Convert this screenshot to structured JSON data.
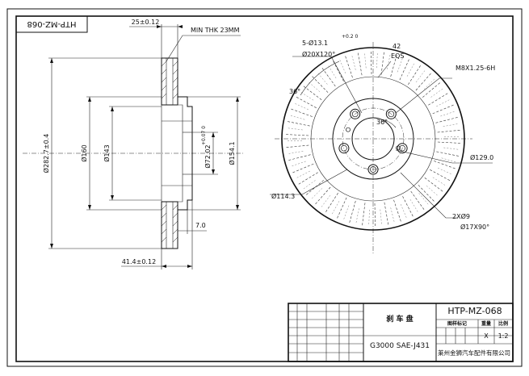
{
  "drawing": {
    "part_number_rotated": "HTP-MZ-068",
    "dims": {
      "thickness": "25±0.12",
      "min_thk": "MIN THK 23MM",
      "outer_dia": "Ø282.7±0.4",
      "d160": "Ø160",
      "d143": "Ø143",
      "hub_bore": "Ø72.02",
      "hub_bore_tol": "+0.07 0",
      "d154": "Ø154.1",
      "offset": "7.0",
      "height": "41.4±0.12",
      "holes_top": "5-Ø13.1",
      "holes_tol": "+0.2 0",
      "chamfer_top": "Ø20X120°",
      "slot_count": "42",
      "slot_eqs": "EQS",
      "thread": "M8X1.25-6H",
      "angle_outer": "36°",
      "angle_inner": "36°",
      "pcd": "Ø129.0",
      "pcd2": "Ø114.3",
      "holes_bottom": "2XØ9",
      "chamfer_bottom": "Ø17X90°"
    }
  },
  "title_block": {
    "part_number": "HTP-MZ-068",
    "part_name_cn": "刹 车 盘",
    "material": "G3000  SAE-J431",
    "header_cn": [
      "图样标记",
      "重量",
      "比例"
    ],
    "scale_mark": "X",
    "scale": "1:2",
    "company_cn": "莱州金狮汽车配件有限公司"
  }
}
